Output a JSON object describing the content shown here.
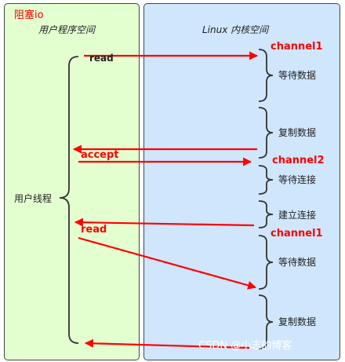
{
  "corner_label": "阻塞io",
  "user_space": {
    "title": "用户程序空间",
    "thread_label": "用户线程"
  },
  "kernel_space": {
    "title": "Linux 内核空间"
  },
  "calls": {
    "read_first": "read",
    "accept": "accept",
    "read_second": "read"
  },
  "channels": {
    "first": "channel1",
    "second": "channel2",
    "third": "channel1"
  },
  "phases": {
    "wait_data_1": "等待数据",
    "copy_data_1": "复制数据",
    "wait_connect": "等待连接",
    "establish_connect": "建立连接",
    "wait_data_2": "等待数据",
    "copy_data_2": "复制数据"
  },
  "watermark": "CSDN @小志的博客",
  "colors": {
    "user_panel_bg": "#e3ffd0",
    "kernel_panel_bg": "#cfe6fd",
    "arrow": "#ff0000",
    "brace": "#333333"
  }
}
